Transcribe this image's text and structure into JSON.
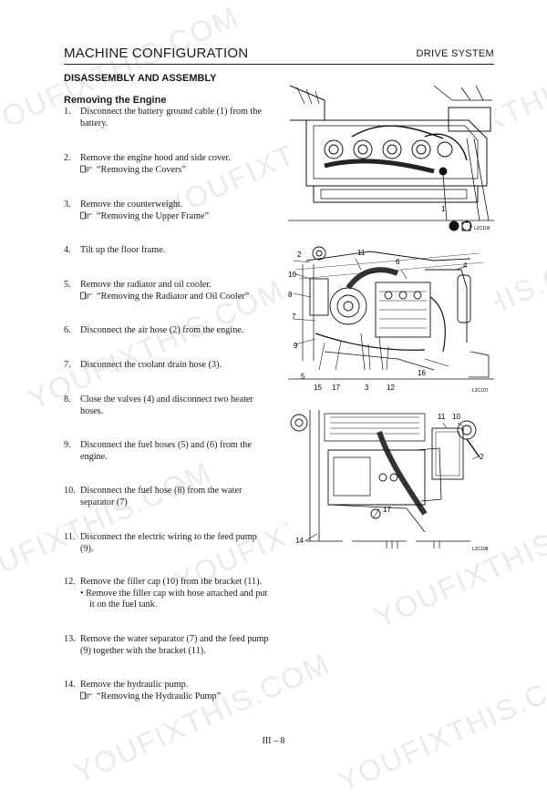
{
  "header": {
    "left": "MACHINE CONFIGURATION",
    "right": "DRIVE SYSTEM"
  },
  "section_title": "DISASSEMBLY AND ASSEMBLY",
  "subsection_title": "Removing the Engine",
  "steps": [
    {
      "num": "1.",
      "text": "Disconnect the battery ground cable (1) from the battery."
    },
    {
      "num": "2.",
      "text": "Remove the engine hood and side cover.",
      "ref": "“Removing the Covers”"
    },
    {
      "num": "3.",
      "text": "Remove the counterweight.",
      "ref": "“Removing the Upper Frame”"
    },
    {
      "num": "4.",
      "text": "Tilt up the floor frame."
    },
    {
      "num": "5.",
      "text": "Remove the radiator and oil cooler.",
      "ref": "“Removing the Radiator and Oil Cooler”"
    },
    {
      "num": "6.",
      "text": "Disconnect the air hose (2) from the engine."
    },
    {
      "num": "7.",
      "text": "Disconnect the coolant drain hose (3)."
    },
    {
      "num": "8.",
      "text": "Close the valves (4) and disconnect two heater hoses."
    },
    {
      "num": "9.",
      "text": "Disconnect the fuel hoses (5) and (6) from the engine."
    },
    {
      "num": "10.",
      "text": "Disconnect the fuel hose (8) from the water separator (7)"
    },
    {
      "num": "11.",
      "text": "Disconnect the electric wiring to the feed pump (9)."
    },
    {
      "num": "12.",
      "text": "Remove the filler cap (10) from the bracket (11).",
      "bullet": "Remove the filler cap with hose attached and put it on the fuel tank."
    },
    {
      "num": "13.",
      "text": "Remove the water separator (7) and the feed pump (9) together with the bracket (11)."
    },
    {
      "num": "14.",
      "text": "Remove the hydraulic pump.",
      "ref": "“Removing the Hydraulic Pump”"
    }
  ],
  "figures": {
    "fig1": {
      "code": "L2C106",
      "labels": [
        "1"
      ]
    },
    "fig2": {
      "code": "L2C107",
      "labels": [
        "2",
        "11",
        "6",
        "4",
        "10",
        "8",
        "7",
        "9",
        "5",
        "15",
        "17",
        "3",
        "12",
        "16"
      ]
    },
    "fig3": {
      "code": "L2C108",
      "labels": [
        "11",
        "10",
        "2",
        "17",
        "14"
      ]
    }
  },
  "page_number": "III – 8",
  "watermark": "YOUFIXTHIS.COM"
}
